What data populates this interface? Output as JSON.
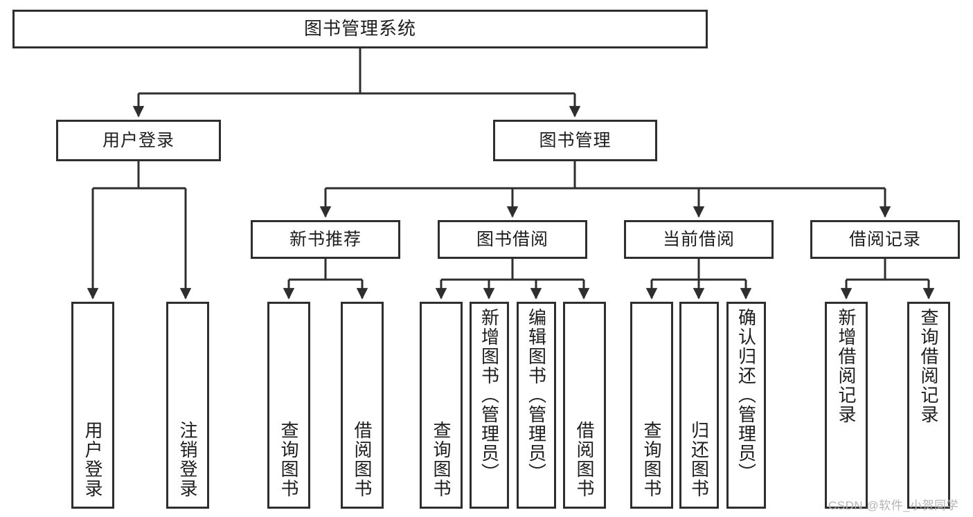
{
  "diagram": {
    "title": "图书管理系统",
    "type": "tree-hierarchy",
    "nodes": {
      "root": {
        "label": "图书管理系统"
      },
      "level1": [
        {
          "id": "user-login",
          "label": "用户登录"
        },
        {
          "id": "book-manage",
          "label": "图书管理"
        }
      ],
      "level2": [
        {
          "id": "new-book-recommend",
          "label": "新书推荐",
          "parent": "book-manage"
        },
        {
          "id": "book-borrow",
          "label": "图书借阅",
          "parent": "book-manage"
        },
        {
          "id": "current-borrow",
          "label": "当前借阅",
          "parent": "book-manage"
        },
        {
          "id": "borrow-record",
          "label": "借阅记录",
          "parent": "book-manage"
        }
      ],
      "leaves": [
        {
          "id": "leaf-user-login",
          "label": "用户登录",
          "parent": "user-login"
        },
        {
          "id": "leaf-logout-login",
          "label": "注销登录",
          "parent": "user-login"
        },
        {
          "id": "leaf-query-book-1",
          "label": "查询图书",
          "parent": "new-book-recommend"
        },
        {
          "id": "leaf-borrow-book-1",
          "label": "借阅图书",
          "parent": "new-book-recommend"
        },
        {
          "id": "leaf-query-book-2",
          "label": "查询图书",
          "parent": "book-borrow"
        },
        {
          "id": "leaf-add-book",
          "label": "新增图书（管理员）",
          "parent": "book-borrow"
        },
        {
          "id": "leaf-edit-book",
          "label": "编辑图书（管理员）",
          "parent": "book-borrow"
        },
        {
          "id": "leaf-borrow-book-2",
          "label": "借阅图书",
          "parent": "book-borrow"
        },
        {
          "id": "leaf-query-book-3",
          "label": "查询图书",
          "parent": "current-borrow"
        },
        {
          "id": "leaf-return-book",
          "label": "归还图书",
          "parent": "current-borrow"
        },
        {
          "id": "leaf-confirm-return",
          "label": "确认归还（管理员）",
          "parent": "current-borrow"
        },
        {
          "id": "leaf-add-record",
          "label": "新增借阅记录",
          "parent": "borrow-record"
        },
        {
          "id": "leaf-query-record",
          "label": "查询借阅记录",
          "parent": "borrow-record"
        }
      ]
    },
    "colors": {
      "border": "#2e2e2e",
      "text": "#1d1d1d",
      "background": "#ffffff",
      "watermark": "#b4b4b4"
    }
  },
  "watermark": {
    "text": "CSDN @软件_小贺同学"
  }
}
